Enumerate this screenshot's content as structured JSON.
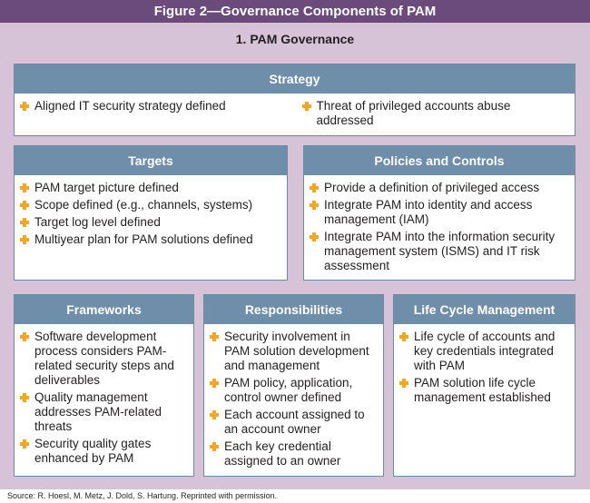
{
  "title": "Figure 2—Governance Components of PAM",
  "heading": "1. PAM Governance",
  "strategy": {
    "title": "Strategy",
    "left": [
      "Aligned IT security strategy defined"
    ],
    "right": [
      "Threat of privileged accounts abuse addressed"
    ]
  },
  "targets": {
    "title": "Targets",
    "items": [
      "PAM target picture defined",
      "Scope defined (e.g., channels, systems)",
      "Target log level defined",
      "Multiyear plan for PAM solutions defined"
    ]
  },
  "policies": {
    "title": "Policies and Controls",
    "items": [
      "Provide a definition of privileged access",
      "Integrate PAM into identity and access management (IAM)",
      "Integrate PAM into the information security management system (ISMS) and IT risk assessment"
    ]
  },
  "frameworks": {
    "title": "Frameworks",
    "items": [
      "Software development process considers PAM-related security steps and deliverables",
      "Quality management addresses PAM-related threats",
      "Security quality gates enhanced by PAM"
    ]
  },
  "responsibilities": {
    "title": "Responsibilities",
    "items": [
      "Security involvement in PAM solution development and management",
      "PAM policy, application, control owner defined",
      "Each account assigned to an account owner",
      "Each key credential assigned to an owner"
    ]
  },
  "lifecycle": {
    "title": "Life Cycle Management",
    "items": [
      "Life cycle of accounts and key credentials integrated with PAM",
      "PAM solution life cycle management established"
    ]
  },
  "source": "Source:  R. Hoesl, M. Metz, J. Dold, S. Hartung. Reprinted with permission.",
  "colors": {
    "title_bar": "#6b4a7c",
    "panel": "#d7c3d8",
    "card_header": "#6f8eaa",
    "bullet": "#f5a623"
  }
}
